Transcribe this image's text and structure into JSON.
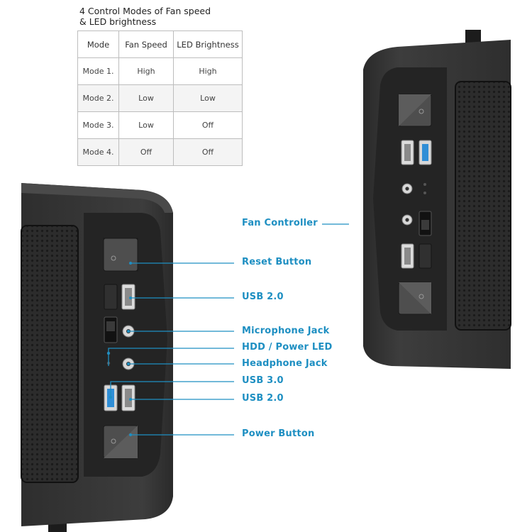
{
  "title": {
    "line1": "4 Control Modes of Fan speed",
    "line2": "& LED brightness"
  },
  "table": {
    "headers": [
      "Mode",
      "Fan Speed",
      "LED Brightness"
    ],
    "rows": [
      [
        "Mode 1.",
        "High",
        "High"
      ],
      [
        "Mode 2.",
        "Low",
        "Low"
      ],
      [
        "Mode 3.",
        "Low",
        "Off"
      ],
      [
        "Mode 4.",
        "Off",
        "Off"
      ]
    ]
  },
  "callouts": {
    "fan_controller": "Fan Controller",
    "reset_button": "Reset Button",
    "usb20_top": "USB 2.0",
    "microphone_jack": "Microphone Jack",
    "hdd_power_led": "HDD / Power LED",
    "headphone_jack": "Headphone Jack",
    "usb30": "USB 3.0",
    "usb20_bottom": "USB 2.0",
    "power_button": "Power Button"
  },
  "colors": {
    "accent": "#1e8fc2",
    "case_body": "#3a3a3a",
    "panel": "#242424"
  }
}
